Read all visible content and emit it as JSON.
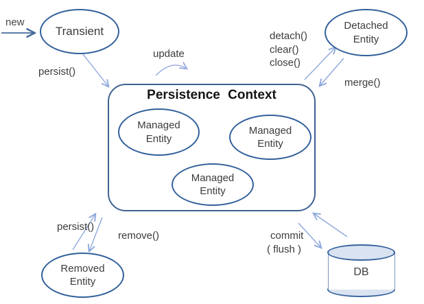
{
  "diagram": {
    "box_title": "Persistence Context",
    "nodes": {
      "transient": {
        "lines": [
          "Transient"
        ]
      },
      "detached": {
        "lines": [
          "Detached",
          "Entity"
        ]
      },
      "managed_1": {
        "lines": [
          "Managed",
          "Entity"
        ]
      },
      "managed_2": {
        "lines": [
          "Managed",
          "Entity"
        ]
      },
      "managed_3": {
        "lines": [
          "Managed",
          "Entity"
        ]
      },
      "removed": {
        "lines": [
          "Removed",
          "Entity"
        ]
      },
      "db": {
        "label": "DB"
      }
    },
    "transition_labels": {
      "new": "new",
      "persist_top": "persist()",
      "update": "update",
      "detach": "detach()",
      "clear": "clear()",
      "close": "close()",
      "merge": "merge()",
      "persist_bottom": "persist()",
      "remove": "remove()",
      "commit": "commit",
      "flush": "( flush )"
    },
    "colors": {
      "node_border": "#31609b",
      "box_border": "#3c6191",
      "arrow_light": "#8fa9dc",
      "arrow_update": "#9babe2",
      "arrow_dark": "#44689c",
      "db_fill": "#dae3f1",
      "label_text": "#3b3b3b",
      "title_text": "#141414",
      "background": "#ffffff"
    }
  }
}
